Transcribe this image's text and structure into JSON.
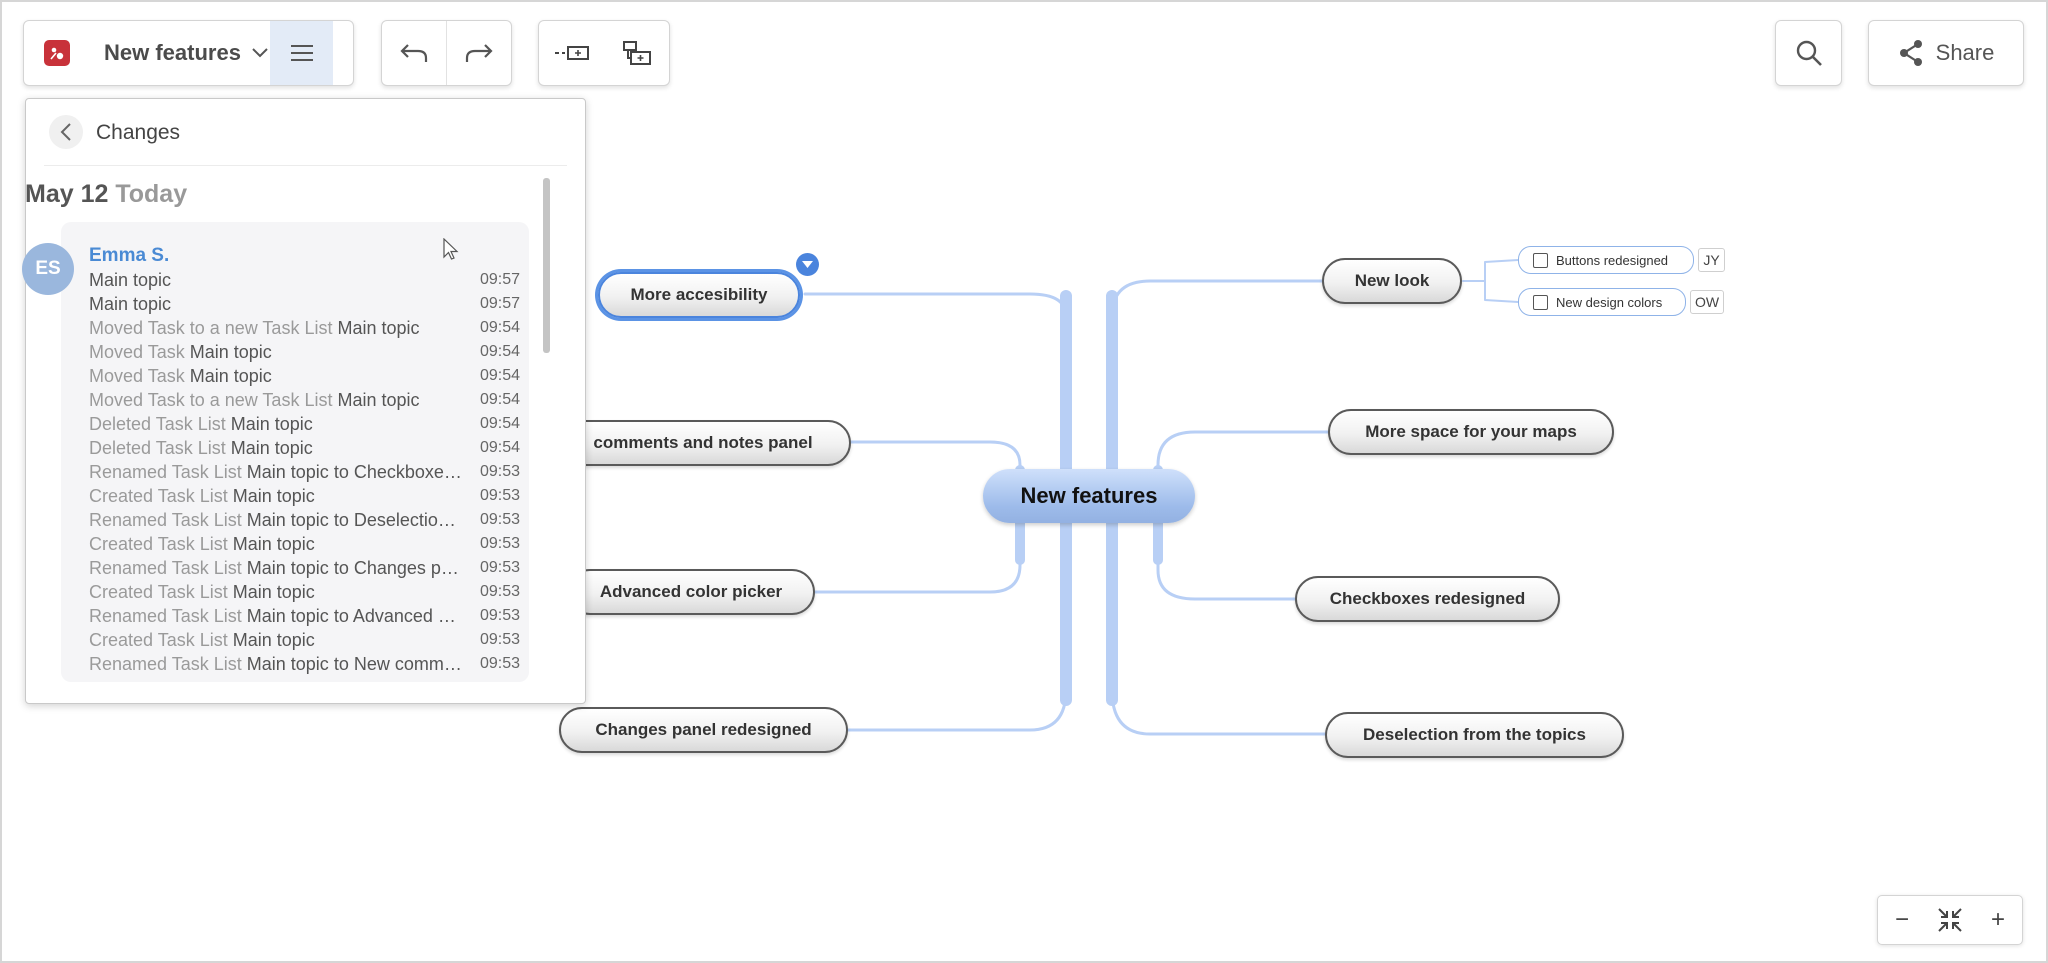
{
  "toolbar": {
    "doc_title": "New features",
    "app_icon": "mindmap-app-icon",
    "dropdown_icon": "chevron-down-icon",
    "menu_icon": "hamburger-menu-icon",
    "undo_icon": "undo-icon",
    "redo_icon": "redo-icon",
    "add_topic_icon": "insert-topic-icon",
    "add_subtopic_icon": "insert-subtopic-icon",
    "search_icon": "search-icon",
    "share_label": "Share",
    "share_icon": "share-icon"
  },
  "changes_panel": {
    "title": "Changes",
    "date": "May 12",
    "date_relative": "Today",
    "user": {
      "initials": "ES",
      "name": "Emma S."
    },
    "entries": [
      {
        "action": "",
        "topic": "Main topic",
        "rest": "",
        "time": "09:57"
      },
      {
        "action": "",
        "topic": "Main topic",
        "rest": "",
        "time": "09:57"
      },
      {
        "action": "Moved Task to a new Task List",
        "topic": "Main topic",
        "rest": "",
        "time": "09:54"
      },
      {
        "action": "Moved Task",
        "topic": "Main topic",
        "rest": "",
        "time": "09:54"
      },
      {
        "action": "Moved Task",
        "topic": "Main topic",
        "rest": "",
        "time": "09:54"
      },
      {
        "action": "Moved Task to a new Task List",
        "topic": "Main topic",
        "rest": "",
        "time": "09:54"
      },
      {
        "action": "Deleted Task List",
        "topic": "Main topic",
        "rest": "",
        "time": "09:54"
      },
      {
        "action": "Deleted Task List",
        "topic": "Main topic",
        "rest": "",
        "time": "09:54"
      },
      {
        "action": "Renamed Task List",
        "topic": "Main topic",
        "rest": "to Checkboxe…",
        "time": "09:53"
      },
      {
        "action": "Created Task List",
        "topic": "Main topic",
        "rest": "",
        "time": "09:53"
      },
      {
        "action": "Renamed Task List",
        "topic": "Main topic",
        "rest": "to Deselectio…",
        "time": "09:53"
      },
      {
        "action": "Created Task List",
        "topic": "Main topic",
        "rest": "",
        "time": "09:53"
      },
      {
        "action": "Renamed Task List",
        "topic": "Main topic",
        "rest": "to Changes p…",
        "time": "09:53"
      },
      {
        "action": "Created Task List",
        "topic": "Main topic",
        "rest": "",
        "time": "09:53"
      },
      {
        "action": "Renamed Task List",
        "topic": "Main topic",
        "rest": "to Advanced …",
        "time": "09:53"
      },
      {
        "action": "Created Task List",
        "topic": "Main topic",
        "rest": "",
        "time": "09:53"
      },
      {
        "action": "Renamed Task List",
        "topic": "Main topic",
        "rest": "to New comm…",
        "time": "09:53"
      }
    ]
  },
  "mindmap": {
    "center": "New features",
    "left_topics": [
      "More accesibility",
      "comments and notes panel",
      "Advanced color picker",
      "Changes panel redesigned"
    ],
    "right_topics": [
      "New look",
      "More space for your maps",
      "Checkboxes redesigned",
      "Deselection from the topics"
    ],
    "tasks": [
      {
        "label": "Buttons redesigned",
        "assignee": "JY",
        "checked": false
      },
      {
        "label": "New design colors",
        "assignee": "OW",
        "checked": false
      }
    ],
    "branch_color": "#b8cff5",
    "selection_color": "#4a84dd"
  },
  "zoom": {
    "minus": "−",
    "fit_icon": "collapse-fit-icon",
    "plus": "+"
  }
}
